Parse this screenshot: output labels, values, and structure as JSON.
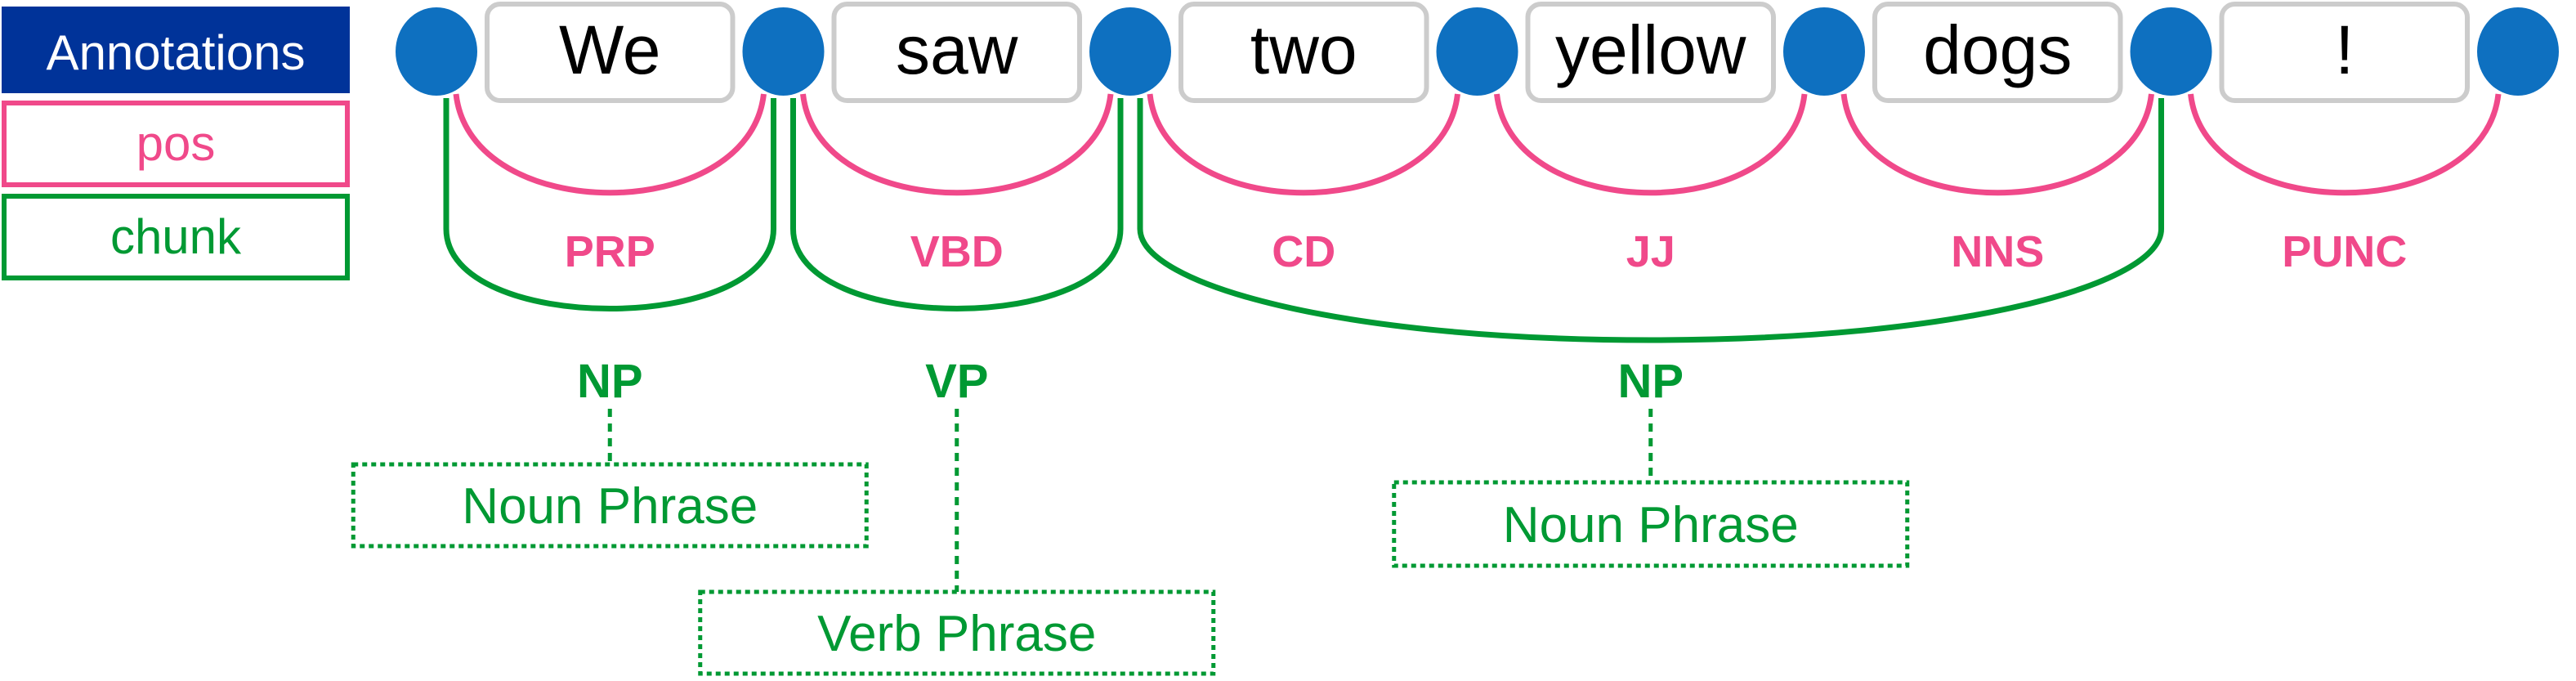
{
  "legend": {
    "title": "Annotations",
    "layers": [
      {
        "label": "pos",
        "color": "#F0498A"
      },
      {
        "label": "chunk",
        "color": "#009933"
      }
    ],
    "title_bg": "#003399"
  },
  "colors": {
    "node": "#0E70C0",
    "word_border": "#CCCCCC",
    "pos": "#F0498A",
    "chunk": "#009933"
  },
  "tokens": [
    "We",
    "saw",
    "two",
    "yellow",
    "dogs",
    "!"
  ],
  "pos_tags": [
    "PRP",
    "VBD",
    "CD",
    "JJ",
    "NNS",
    "PUNC"
  ],
  "chunks": [
    {
      "label": "NP",
      "start": 0,
      "end": 1,
      "description": "Noun Phrase"
    },
    {
      "label": "VP",
      "start": 1,
      "end": 2,
      "description": "Verb Phrase"
    },
    {
      "label": "NP",
      "start": 2,
      "end": 5,
      "description": "Noun Phrase"
    }
  ]
}
